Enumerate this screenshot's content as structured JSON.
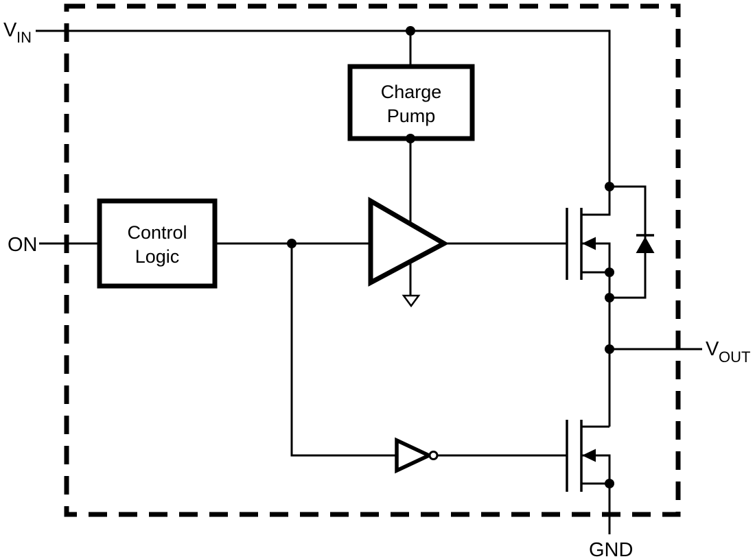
{
  "diagram": {
    "type": "block-diagram",
    "description": "Load switch IC functional block diagram",
    "colors": {
      "background": "#ffffff",
      "line": "#000000",
      "text": "#000000"
    },
    "pins": {
      "vin": {
        "label": "V",
        "sub": "IN"
      },
      "on": {
        "label": "ON"
      },
      "vout": {
        "label": "V",
        "sub": "OUT"
      },
      "gnd": {
        "label": "GND"
      }
    },
    "blocks": {
      "charge_pump": {
        "line1": "Charge",
        "line2": "Pump"
      },
      "control_logic": {
        "line1": "Control",
        "line2": "Logic"
      }
    }
  }
}
